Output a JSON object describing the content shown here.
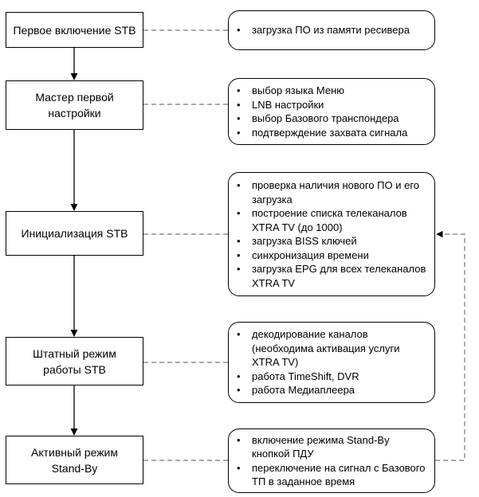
{
  "stages": [
    {
      "label": "Первое включение STB",
      "items": [
        "загрузка ПО из памяти ресивера"
      ]
    },
    {
      "label": "Мастер первой настройки",
      "items": [
        "выбор языка Меню",
        "LNB настройки",
        "выбор Базового транспондера",
        "подтверждение захвата сигнала"
      ]
    },
    {
      "label": "Инициализация STB",
      "items": [
        "проверка наличия нового ПО и его загрузка",
        "построение списка телеканалов XTRA TV (до 1000)",
        "загрузка BISS ключей",
        "синхронизация времени",
        "загрузка EPG для всех телеканалов XTRA TV"
      ]
    },
    {
      "label": "Штатный режим работы STB",
      "items": [
        "декодирование каналов (необходима активация услуги XTRA TV)",
        "работа TimeShift, DVR",
        "работа Медиаплеера"
      ]
    },
    {
      "label": "Активный режим Stand-By",
      "items": [
        "включение режима Stand-By кнопкой ПДУ",
        "переключение на сигнал с Базового ТП в заданное время"
      ]
    }
  ]
}
